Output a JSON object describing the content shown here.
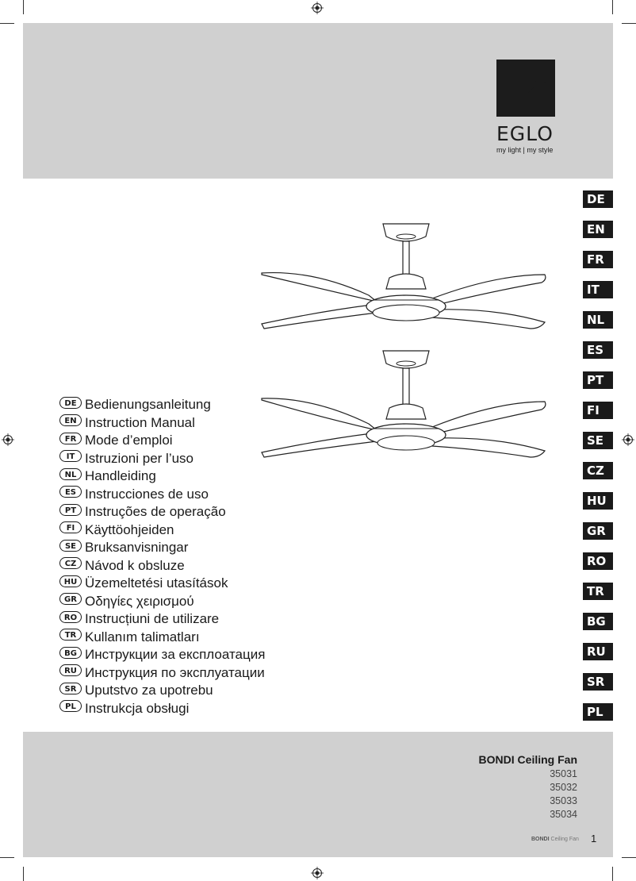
{
  "brand": {
    "name": "EGLO",
    "tagline": "my light | my style"
  },
  "languages": [
    "DE",
    "EN",
    "FR",
    "IT",
    "NL",
    "ES",
    "PT",
    "FI",
    "SE",
    "CZ",
    "HU",
    "GR",
    "RO",
    "TR",
    "BG",
    "RU",
    "SR",
    "PL"
  ],
  "manuals": [
    {
      "code": "DE",
      "text": "Bedienungsanleitung"
    },
    {
      "code": "EN",
      "text": "Instruction Manual"
    },
    {
      "code": "FR",
      "text": "Mode d’emploi"
    },
    {
      "code": "IT",
      "text": "Istruzioni per l’uso"
    },
    {
      "code": "NL",
      "text": "Handleiding"
    },
    {
      "code": "ES",
      "text": "Instrucciones de uso"
    },
    {
      "code": "PT",
      "text": "Instruções de operação"
    },
    {
      "code": "FI",
      "text": "Käyttöohjeiden"
    },
    {
      "code": "SE",
      "text": "Bruksanvisningar"
    },
    {
      "code": "CZ",
      "text": "Návod k obsluze"
    },
    {
      "code": "HU",
      "text": "Üzemeltetési utasítások"
    },
    {
      "code": "GR",
      "text": "Οδηγίες χειρισμού"
    },
    {
      "code": "RO",
      "text": "Instrucțiuni de utilizare"
    },
    {
      "code": "TR",
      "text": "Kullanım talimatları"
    },
    {
      "code": "BG",
      "text": "Инструкции за експлоатация"
    },
    {
      "code": "RU",
      "text": "Инструкция по эксплуатации"
    },
    {
      "code": "SR",
      "text": "Uputstvo za upotrebu"
    },
    {
      "code": "PL",
      "text": "Instrukcja obsługi"
    }
  ],
  "product": {
    "title": "BONDI Ceiling Fan",
    "codes": [
      "35031",
      "35032",
      "35033",
      "35034"
    ]
  },
  "footer": {
    "brand": "BONDI",
    "label": "Ceiling Fan",
    "page": "1"
  }
}
